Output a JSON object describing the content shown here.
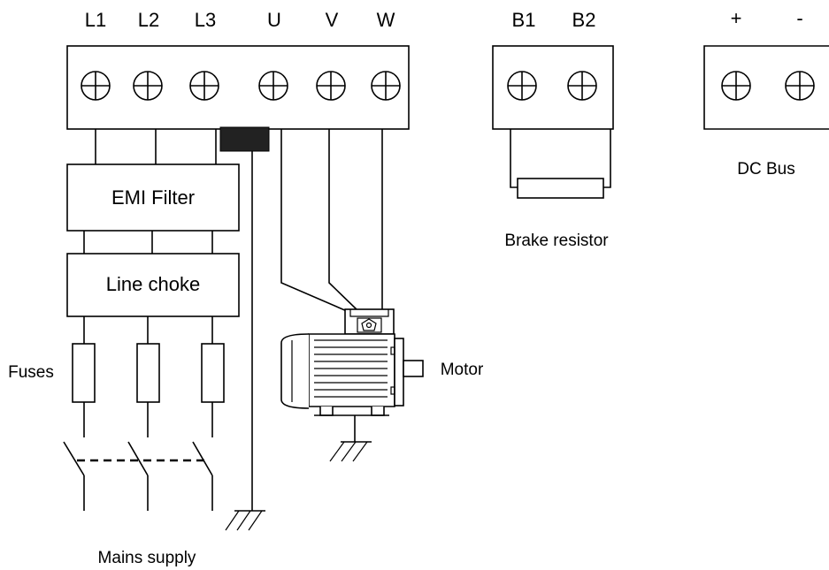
{
  "power_terminals": [
    "L1",
    "L2",
    "L3",
    "U",
    "V",
    "W"
  ],
  "brake_terminals": [
    "B1",
    "B2"
  ],
  "dc_terminals": [
    "+",
    "-"
  ],
  "blocks": {
    "emi_filter": "EMI Filter",
    "line_choke": "Line choke"
  },
  "labels": {
    "fuses": "Fuses",
    "motor": "Motor",
    "brake_resistor": "Brake resistor",
    "dc_bus": "DC Bus",
    "mains_supply": "Mains supply"
  }
}
